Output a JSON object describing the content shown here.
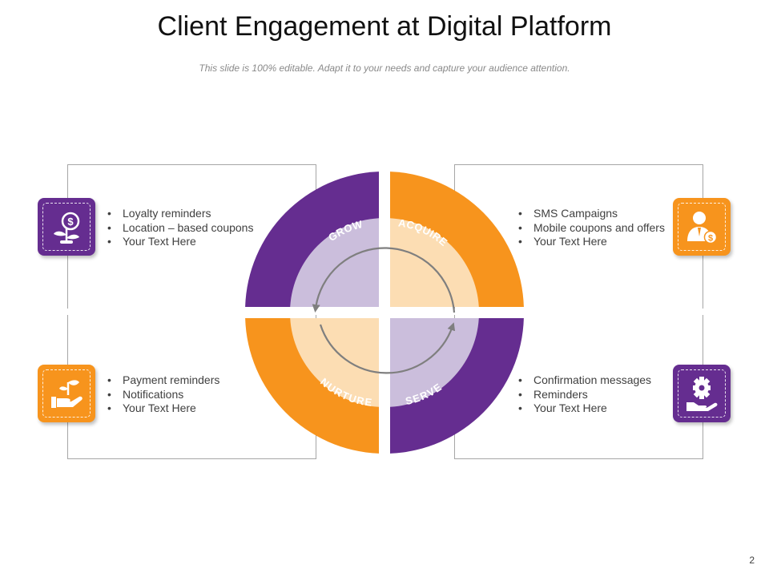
{
  "title": "Client Engagement at Digital Platform",
  "subtitle": "This slide is 100% editable. Adapt it to your needs and capture your audience attention.",
  "colors": {
    "purple": "#652D90",
    "purple_light": "#CBBEDC",
    "orange": "#F7941D",
    "orange_light": "#FCDDB3",
    "arrow": "#7F7F7F"
  },
  "quadrants": {
    "grow": {
      "label": "GROW",
      "icon": "money-plant-icon",
      "bullets": [
        "Loyalty  reminders",
        "Location – based coupons",
        "Your Text Here"
      ]
    },
    "acquire": {
      "label": "ACQUIRE",
      "icon": "businessman-dollar-icon",
      "bullets": [
        "SMS Campaigns",
        "Mobile coupons and offers",
        "Your Text Here"
      ]
    },
    "nurture": {
      "label": "NURTURE",
      "icon": "hand-sprout-icon",
      "bullets": [
        "Payment reminders",
        "Notifications",
        "Your Text Here"
      ]
    },
    "serve": {
      "label": "SERVE",
      "icon": "hand-gear-icon",
      "bullets": [
        "Confirmation messages",
        "Reminders",
        "Your Text Here"
      ]
    }
  },
  "page_number": "2"
}
